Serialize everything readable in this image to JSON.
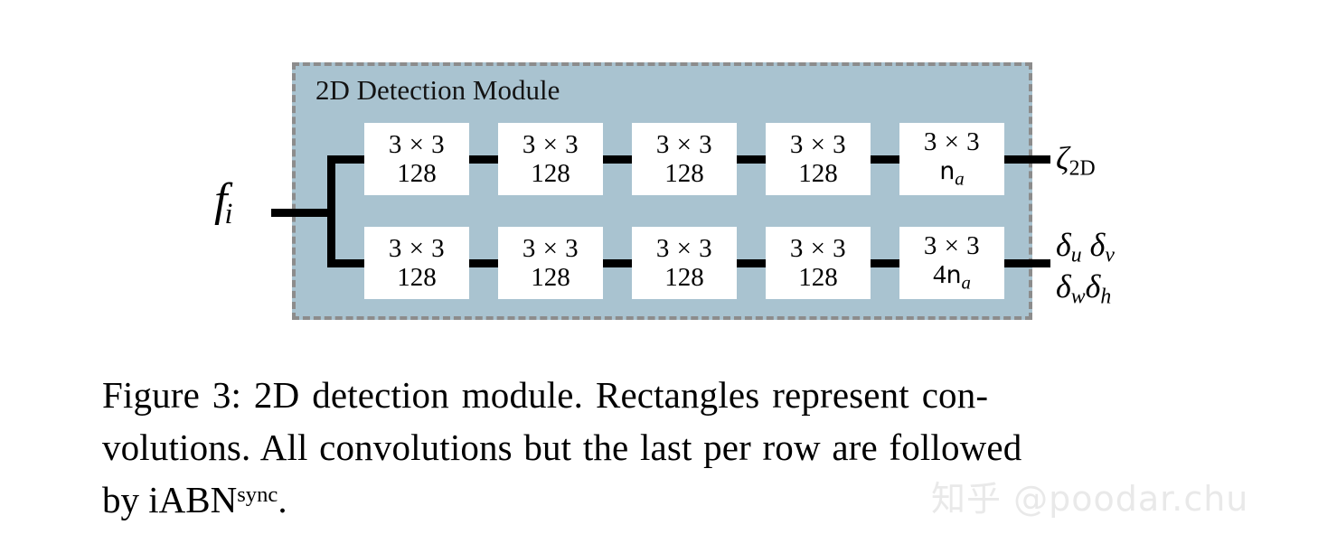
{
  "figure": {
    "module_title": "2D Detection Module",
    "input_label": "f",
    "input_label_sub": "i",
    "background_color": "#a9c3d0",
    "border_color": "#8c8c8c",
    "box_fill_color": "#ffffff",
    "wire_color": "#000000",
    "rows": [
      {
        "name": "classification-branch",
        "boxes": [
          {
            "kernel": "3 × 3",
            "channels": "128"
          },
          {
            "kernel": "3 × 3",
            "channels": "128"
          },
          {
            "kernel": "3 × 3",
            "channels": "128"
          },
          {
            "kernel": "3 × 3",
            "channels": "128"
          },
          {
            "kernel": "3 × 3",
            "channels_sans": "n",
            "channels_sub": "a"
          }
        ],
        "output": {
          "symbol": "ζ",
          "sub": "2D"
        }
      },
      {
        "name": "regression-branch",
        "boxes": [
          {
            "kernel": "3 × 3",
            "channels": "128"
          },
          {
            "kernel": "3 × 3",
            "channels": "128"
          },
          {
            "kernel": "3 × 3",
            "channels": "128"
          },
          {
            "kernel": "3 × 3",
            "channels": "128"
          },
          {
            "kernel": "3 × 3",
            "channels_prefix": "4",
            "channels_sans": "n",
            "channels_sub": "a"
          }
        ],
        "output_line1": [
          {
            "symbol": "δ",
            "sub": "u"
          },
          {
            "symbol": "δ",
            "sub": "v"
          }
        ],
        "output_line2": [
          {
            "symbol": "δ",
            "sub": "w"
          },
          {
            "symbol": "δ",
            "sub": "h"
          }
        ]
      }
    ]
  },
  "caption": {
    "line1": "Figure 3: 2D detection module.  Rectangles represent con-",
    "line2": "volutions.  All convolutions but the last per row are followed",
    "line3_pre": "by iABN",
    "line3_sup": "sync",
    "line3_post": "."
  },
  "watermark": {
    "text": "知乎 @poodar.chu",
    "color": "#e9e9e9"
  }
}
